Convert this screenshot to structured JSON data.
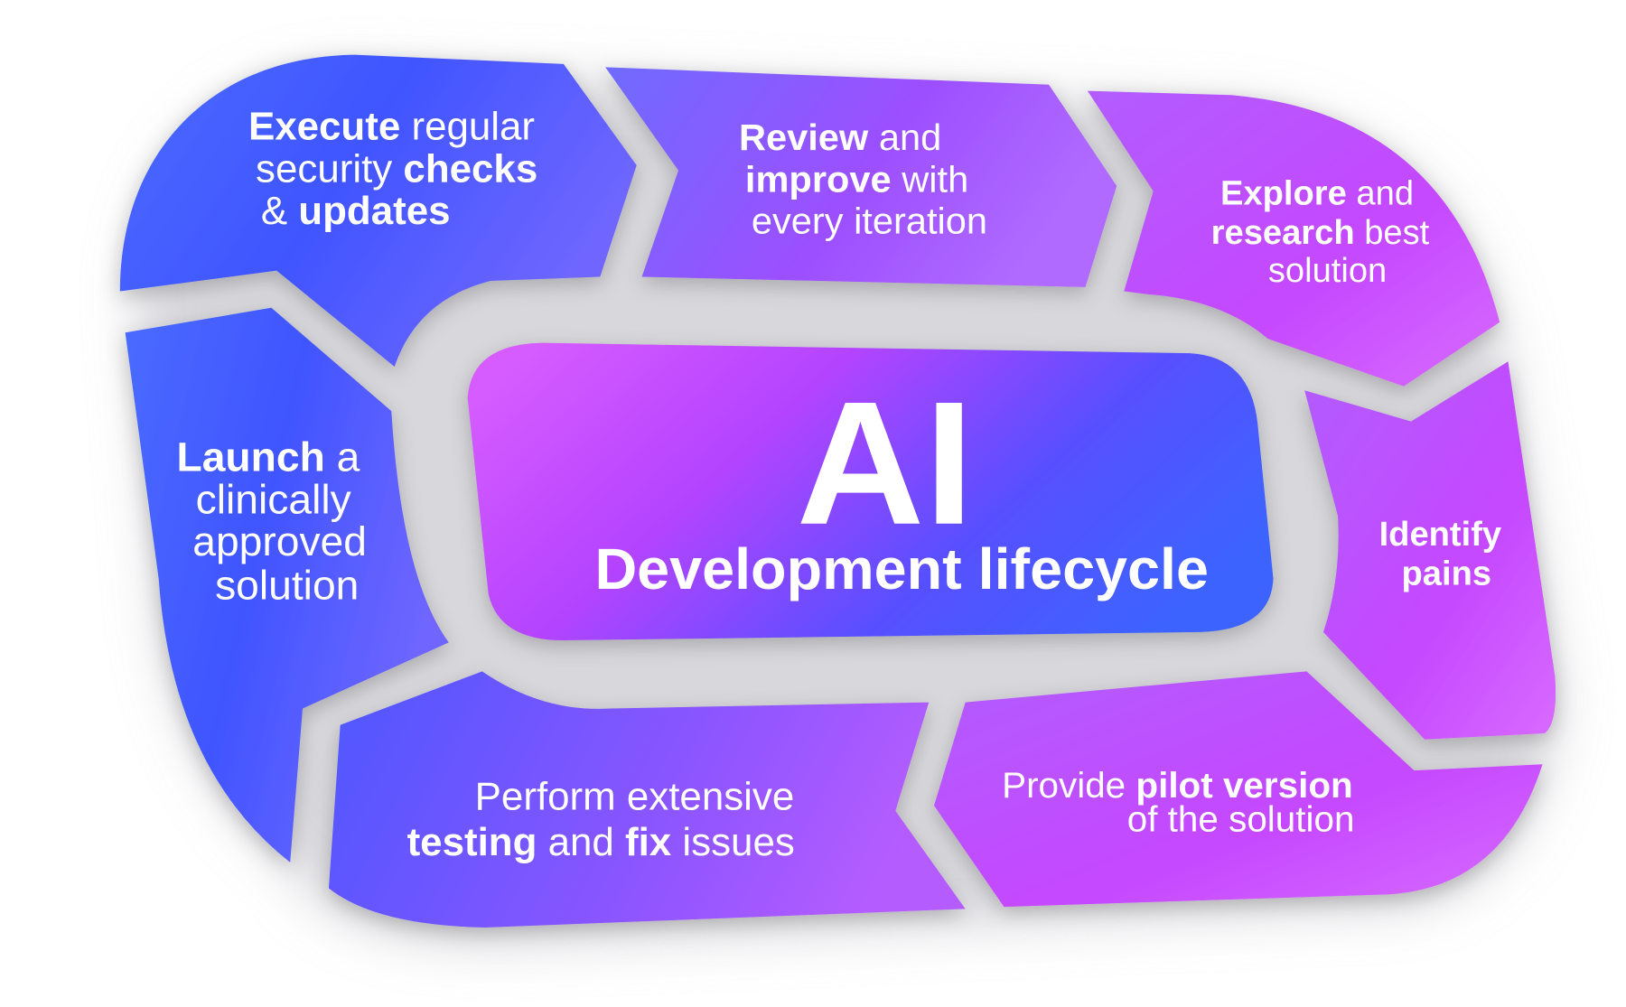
{
  "center": {
    "title": "AI",
    "subtitle": "Development lifecycle"
  },
  "colors": {
    "blue": "#3f5cff",
    "purple": "#a54cff",
    "magenta": "#d65cff",
    "gap": "#e2e2e6"
  },
  "segments": [
    {
      "id": "execute",
      "lines": [
        [
          {
            "t": "Execute",
            "b": true
          },
          {
            "t": " regular"
          }
        ],
        [
          {
            "t": "security "
          },
          {
            "t": "checks",
            "b": true
          }
        ],
        [
          {
            "t": "& "
          },
          {
            "t": "updates",
            "b": true
          }
        ]
      ]
    },
    {
      "id": "review",
      "lines": [
        [
          {
            "t": "Review",
            "b": true
          },
          {
            "t": " and"
          }
        ],
        [
          {
            "t": "improve",
            "b": true
          },
          {
            "t": " with"
          }
        ],
        [
          {
            "t": "every iteration"
          }
        ]
      ]
    },
    {
      "id": "explore",
      "lines": [
        [
          {
            "t": "Explore",
            "b": true
          },
          {
            "t": " and"
          }
        ],
        [
          {
            "t": "research",
            "b": true
          },
          {
            "t": " best"
          }
        ],
        [
          {
            "t": "solution"
          }
        ]
      ]
    },
    {
      "id": "identify",
      "lines": [
        [
          {
            "t": "Identify",
            "b": true
          }
        ],
        [
          {
            "t": "pains",
            "b": true
          }
        ]
      ]
    },
    {
      "id": "provide",
      "lines": [
        [
          {
            "t": "Provide "
          },
          {
            "t": "pilot version",
            "b": true
          }
        ],
        [
          {
            "t": "of the solution"
          }
        ]
      ]
    },
    {
      "id": "perform",
      "lines": [
        [
          {
            "t": "Perform extensive"
          }
        ],
        [
          {
            "t": "testing",
            "b": true
          },
          {
            "t": " and "
          },
          {
            "t": "fix",
            "b": true
          },
          {
            "t": " issues"
          }
        ]
      ]
    },
    {
      "id": "launch",
      "lines": [
        [
          {
            "t": "Launch",
            "b": true
          },
          {
            "t": " a"
          }
        ],
        [
          {
            "t": "clinically"
          }
        ],
        [
          {
            "t": "approved"
          }
        ],
        [
          {
            "t": "solution"
          }
        ]
      ]
    }
  ]
}
